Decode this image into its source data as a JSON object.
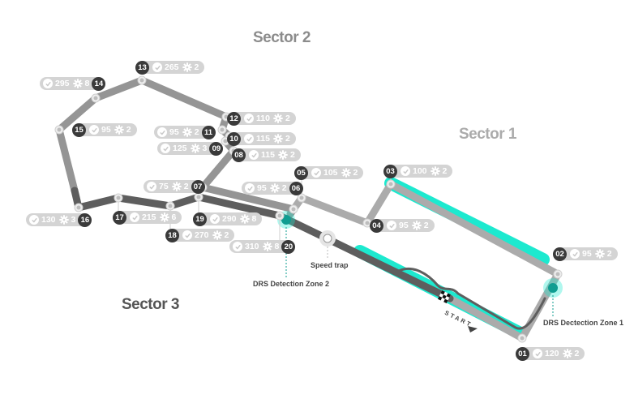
{
  "sectors": [
    {
      "label": "Sector 1",
      "color": "#ababab"
    },
    {
      "label": "Sector 2",
      "color": "#8c8c8c"
    },
    {
      "label": "Sector 3",
      "color": "#555555"
    }
  ],
  "colors": {
    "drs_zone": "#1de9cf",
    "drs_detection": "#0f9d91",
    "turn_badge": "#3a3a3a",
    "turn_pill": "#d4d4d4",
    "track_sector1": "#ababab",
    "track_sector2": "#959595",
    "track_sector3": "#5e5e5e"
  },
  "annotations": {
    "drs_detection_1": "DRS Dectection Zone 1",
    "drs_detection_2": "DRS Detection Zone 2",
    "speed_trap": "Speed trap",
    "start": "START"
  },
  "turns": [
    {
      "number": "01",
      "speed": "120",
      "gear": "2"
    },
    {
      "number": "02",
      "speed": "95",
      "gear": "2"
    },
    {
      "number": "03",
      "speed": "100",
      "gear": "2"
    },
    {
      "number": "04",
      "speed": "95",
      "gear": "2"
    },
    {
      "number": "05",
      "speed": "105",
      "gear": "2"
    },
    {
      "number": "06",
      "speed": "95",
      "gear": "2"
    },
    {
      "number": "07",
      "speed": "75",
      "gear": "2"
    },
    {
      "number": "08",
      "speed": "115",
      "gear": "2"
    },
    {
      "number": "09",
      "speed": "125",
      "gear": "3"
    },
    {
      "number": "10",
      "speed": "115",
      "gear": "2"
    },
    {
      "number": "11",
      "speed": "95",
      "gear": "2"
    },
    {
      "number": "12",
      "speed": "110",
      "gear": "2"
    },
    {
      "number": "13",
      "speed": "265",
      "gear": "2"
    },
    {
      "number": "14",
      "speed": "295",
      "gear": "8"
    },
    {
      "number": "15",
      "speed": "95",
      "gear": "2"
    },
    {
      "number": "16",
      "speed": "130",
      "gear": "3"
    },
    {
      "number": "17",
      "speed": "215",
      "gear": "6"
    },
    {
      "number": "18",
      "speed": "270",
      "gear": "2"
    },
    {
      "number": "19",
      "speed": "290",
      "gear": "8"
    },
    {
      "number": "20",
      "speed": "310",
      "gear": "8"
    }
  ]
}
